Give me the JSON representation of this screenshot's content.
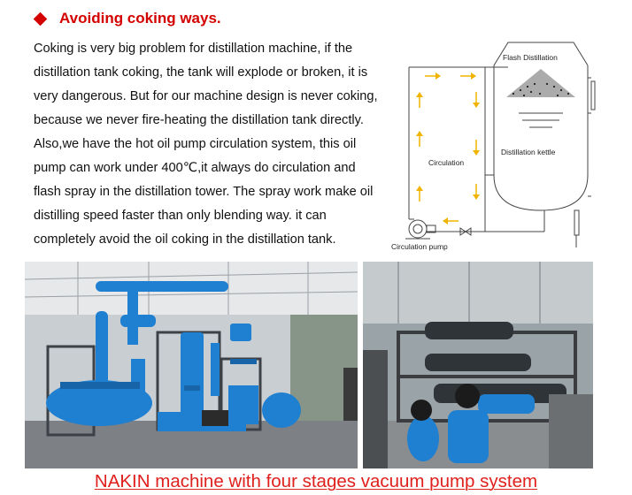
{
  "heading": {
    "title": "Avoiding coking ways."
  },
  "paragraph": {
    "lines": [
      "Coking is very big problem for distillation machine, if the",
      "distillation tank coking, the tank will explode or broken, it is",
      "very dangerous. But for our machine design is never coking,",
      "because we never fire-heating the distillation tank directly.",
      "Also,we have the hot oil pump circulation system, this oil",
      "pump can work under 400℃,it always do circulation and",
      "flash spray in the distillation tower. The spray work make oil",
      "distilling speed faster than only blending way. it can",
      "completely avoid the oil coking in the distillation tank."
    ]
  },
  "diagram": {
    "flash_label": "Flash Distillation",
    "kettle_label": "Distillation kettle",
    "circulation_label": "Circulation",
    "pump_label": "Circulation pump"
  },
  "caption": {
    "text": "NAKIN machine with four stages vacuum pump system"
  },
  "colors": {
    "heading": "#d40000",
    "caption": "#e0201c",
    "arrow": "#f0b400",
    "machine": "#1f7fd0"
  }
}
